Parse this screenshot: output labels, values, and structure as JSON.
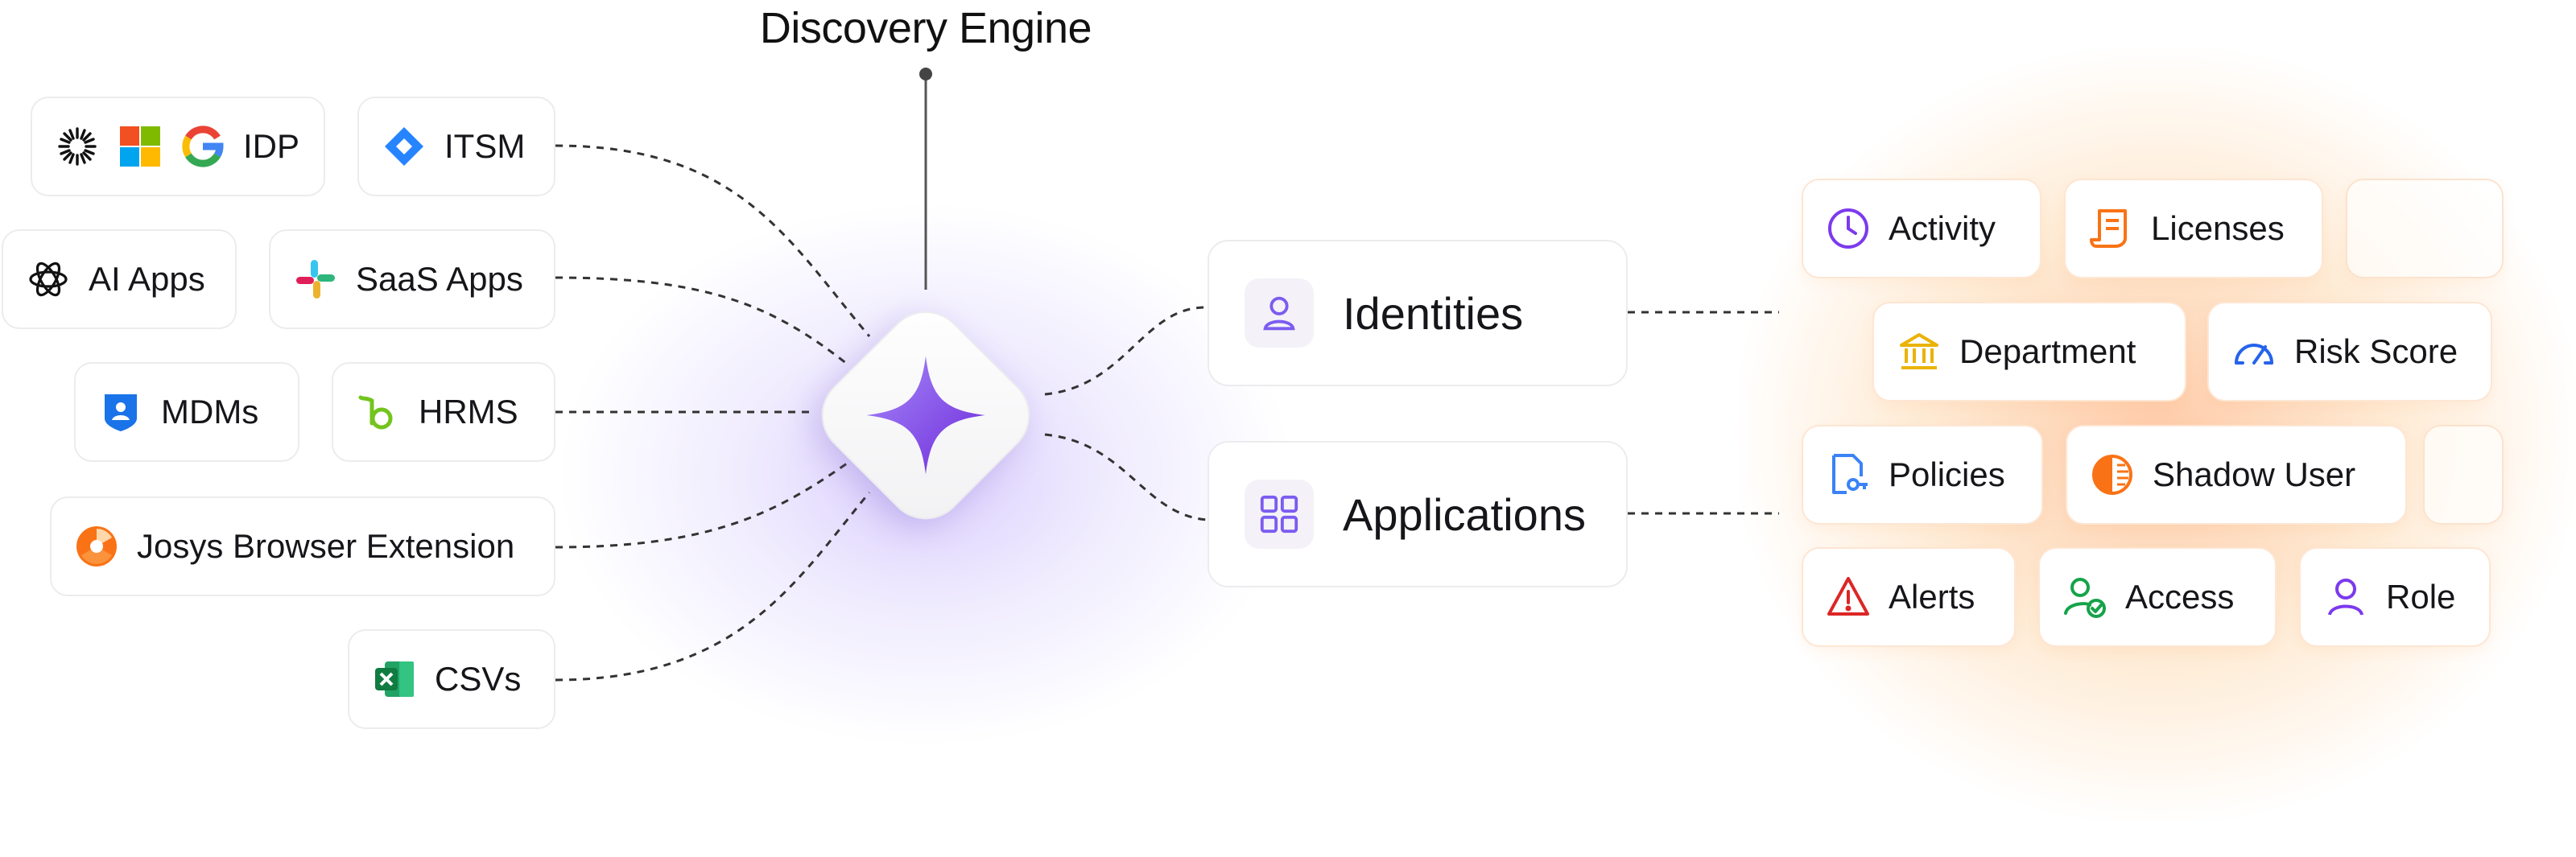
{
  "title": "Discovery Engine",
  "sources": {
    "idp": "IDP",
    "itsm": "ITSM",
    "ai_apps": "AI Apps",
    "saas_apps": "SaaS Apps",
    "mdms": "MDMs",
    "hrms": "HRMS",
    "browser_extension": "Josys Browser Extension",
    "csvs": "CSVs"
  },
  "categories": {
    "identities": "Identities",
    "applications": "Applications"
  },
  "attributes": {
    "activity": "Activity",
    "licenses": "Licenses",
    "department": "Department",
    "risk_score": "Risk Score",
    "policies": "Policies",
    "shadow_user": "Shadow User",
    "alerts": "Alerts",
    "access": "Access",
    "role": "Role"
  },
  "colors": {
    "accent_purple": "#7c5cf0",
    "glow_orange": "#fdba8c",
    "connector": "#333333"
  },
  "icons": {
    "idp": [
      "sunburst-icon",
      "microsoft-icon",
      "google-icon"
    ],
    "itsm": "jira-icon",
    "ai_apps": "openai-icon",
    "saas_apps": "slack-icon",
    "mdms": "shield-badge-icon",
    "hrms": "bamboohr-icon",
    "browser_extension": "josys-icon",
    "csvs": "excel-icon",
    "identities": "user-icon",
    "applications": "grid-icon",
    "activity": "clock-icon",
    "licenses": "receipt-icon",
    "department": "bank-icon",
    "risk_score": "gauge-icon",
    "policies": "policy-doc-icon",
    "shadow_user": "half-circle-icon",
    "alerts": "warning-icon",
    "access": "user-check-icon",
    "role": "user-icon"
  }
}
